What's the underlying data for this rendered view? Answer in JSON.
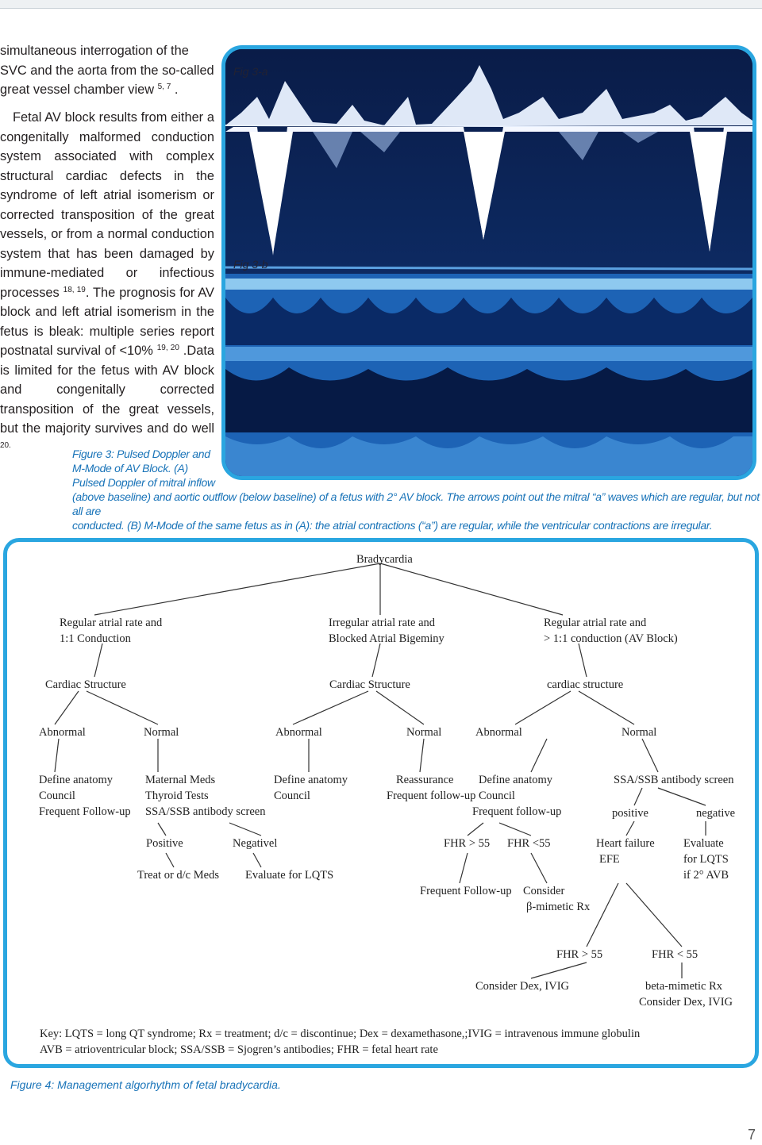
{
  "text": {
    "p1": [
      "simultaneous interrogation of the SVC and the aorta from the so-called great vessel chamber view ",
      "5, 7",
      " ."
    ],
    "p2": [
      "Fetal AV block results from either a congenitally malformed conduction system associated with complex structural cardiac defects in the syndrome of left atrial isomerism or corrected transposition of the great vessels, or from a normal conduction system that has been damaged by immune-mediated or infectious processes ",
      "18, 19",
      ". The prognosis for AV block and left atrial isomerism in the fetus is bleak: multiple series report postnatal survival of <10% ",
      "19, 20",
      " .Data is limited for the fetus with AV block and congenitally corrected transposition of the great vessels, but the majority survives and do well ",
      "20."
    ]
  },
  "figure3": {
    "label_a": "Fig 3-a",
    "label_b": "Fig 3-b",
    "caption_lines": [
      "Figure 3: Pulsed Doppler and",
      "M-Mode of AV Block. (A)",
      "Pulsed Doppler of mitral inflow",
      "(above baseline) and aortic outflow (below baseline) of a fetus with 2° AV block. The arrows point out the mitral “a” waves which are regular, but not all are",
      "conducted. (B) M-Mode of the same fetus as in (A): the atrial contractions (“a”) are regular, while the ventricular contractions are irregular."
    ]
  },
  "flowchart": {
    "root": "Bradycardia",
    "l1": [
      "Regular atrial rate and",
      "1:1 Conduction",
      "Irregular atrial rate and",
      "Blocked Atrial Bigeminy",
      "Regular atrial rate and",
      "> 1:1 conduction (AV Block)"
    ],
    "l2": [
      "Cardiac Structure",
      "Cardiac Structure",
      "cardiac structure"
    ],
    "l3": [
      "Abnormal",
      "Normal",
      "Abnormal",
      "Normal",
      "Abnormal",
      "Normal"
    ],
    "l4a": [
      "Define anatomy",
      "Council",
      "Frequent Follow-up"
    ],
    "l4b": [
      "Maternal Meds",
      "Thyroid Tests",
      "SSA/SSB antibody screen"
    ],
    "l4c": [
      "Define anatomy",
      "Council"
    ],
    "l4d": [
      "Reassurance",
      "Frequent follow-up"
    ],
    "l4e": [
      "Define anatomy",
      "Council",
      "Frequent follow-up"
    ],
    "l4f": "SSA/SSB antibody screen",
    "l5": [
      "positive",
      "negative",
      "Positive",
      "Negativel",
      "FHR > 55",
      "FHR <55",
      "Heart failure",
      "EFE",
      "Evaluate",
      "for LQTS",
      "if 2° AVB"
    ],
    "l6": [
      "Treat or d/c Meds",
      "Evaluate for LQTS",
      "Frequent Follow-up",
      "Consider",
      "β-mimetic Rx"
    ],
    "l7": [
      "FHR > 55",
      "FHR < 55"
    ],
    "l8": [
      "Consider Dex, IVIG",
      "beta-mimetic Rx",
      "Consider Dex, IVIG"
    ],
    "key": [
      "Key:  LQTS = long QT syndrome; Rx = treatment; d/c = discontinue; Dex = dexamethasone,;IVIG = intravenous immune globulin",
      "AVB = atrioventricular block; SSA/SSB = Sjogren’s antibodies; FHR = fetal heart rate"
    ]
  },
  "figure4_caption": "Figure 4: Management algorhythm of fetal bradycardia.",
  "page_number": "7"
}
